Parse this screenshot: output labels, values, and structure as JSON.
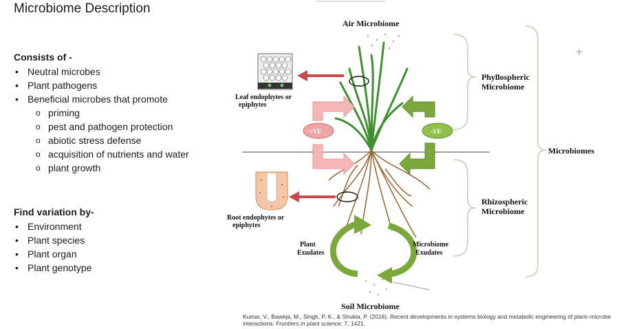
{
  "title": "Microbiome Description",
  "consists": {
    "heading": "Consists of -",
    "items": [
      {
        "text": "Neutral microbes",
        "level": 1
      },
      {
        "text": "Plant pathogens",
        "level": 1
      },
      {
        "text": "Beneficial microbes that promote",
        "level": 1
      },
      {
        "text": "priming",
        "level": 2
      },
      {
        "text": "pest and pathogen protection",
        "level": 2
      },
      {
        "text": "abiotic stress defense",
        "level": 2
      },
      {
        "text": "acquisition of nutrients and water",
        "level": 2
      },
      {
        "text": "plant growth",
        "level": 2
      }
    ]
  },
  "variation": {
    "heading": "Find variation by-",
    "items": [
      "Environment",
      "Plant species",
      "Plant organ",
      "Plant genotype"
    ]
  },
  "diagram": {
    "air": "Air Microbiome",
    "soil": "Soil Microbiome",
    "leaf_line1": "Leaf endophytes or",
    "leaf_line2": "epiphytes",
    "root_line1": "Root endophytes or",
    "root_line2": "epiphytes",
    "plus": "+VE",
    "minus": "-VE",
    "phyllo_line1": "Phyllospheric",
    "phyllo_line2": "Microbiome",
    "rhizo_line1": "Rhizospheric",
    "rhizo_line2": "Microbiome",
    "microbiomes": "Microbiomes",
    "plant_exu_line1": "Plant",
    "plant_exu_line2": "Exudates",
    "micro_exu_line1": "Microbiome",
    "micro_exu_line2": "Exudates"
  },
  "citation": {
    "main": "Kumar, V., Baweja, M., Singh, P. K., & Shukla, P. (2016). Recent developments in systems biology and metabolic engineering of plant–microbe interactions. ",
    "journal": "Frontiers in plant science",
    "end": ", 7, 1421."
  },
  "colors": {
    "pink_arrow": "#f4b6b6",
    "green_arrow": "#7aa83a",
    "red_arrow": "#c84a4a",
    "root": "#9a6b3a",
    "leaf": "#3f8f2f",
    "accent": "#222222"
  }
}
